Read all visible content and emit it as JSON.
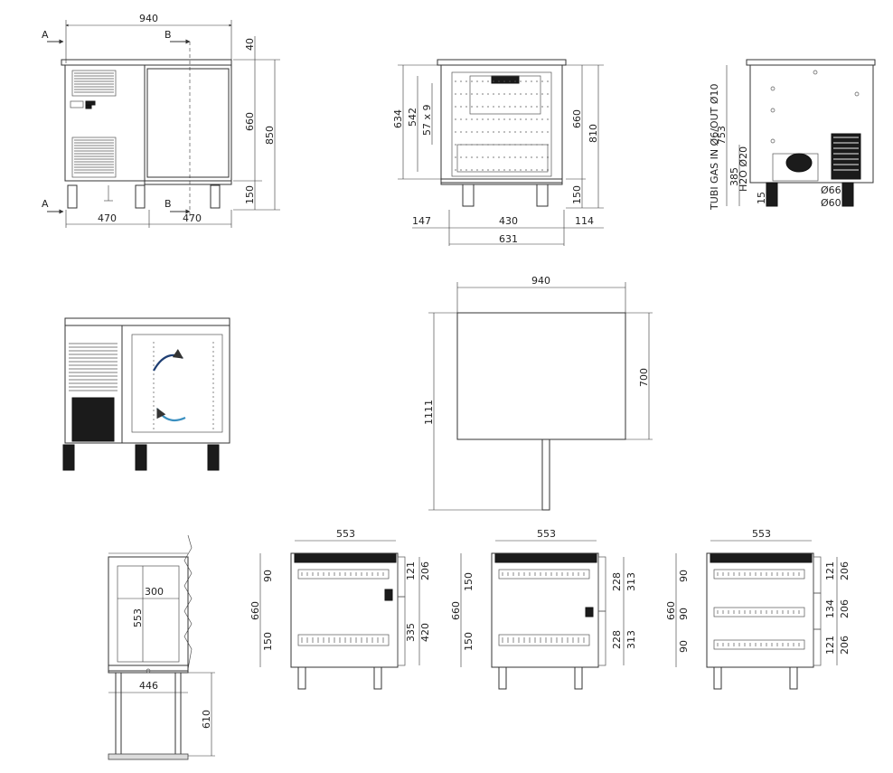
{
  "colors": {
    "line": "#333333",
    "accent_dark_blue": "#1f3f73",
    "accent_light_blue": "#3a8fc0",
    "black_parts": "#1b1b1b"
  },
  "front_view": {
    "width": "940",
    "height_top": "40",
    "height_body": "660",
    "height_total": "850",
    "height_legs": "150",
    "half_left": "470",
    "half_right": "470",
    "section_a": "A",
    "section_b": "B"
  },
  "side_view": {
    "d634": "634",
    "d542": "542",
    "pitch": "57 x 9",
    "h660": "660",
    "h810": "810",
    "h150": "150",
    "w147": "147",
    "w430": "430",
    "w114": "114",
    "w631": "631"
  },
  "back_view": {
    "d753": "753",
    "d385": "385",
    "d15": "15",
    "gas": "TUBI GAS IN Ø6/OUT Ø10",
    "h2o": "H2O Ø20",
    "d66a": "Ø66",
    "d66b": "Ø60"
  },
  "top_view": {
    "width": "940",
    "depth": "700",
    "overall": "1111"
  },
  "section_view": {
    "w553": "553",
    "w300": "300",
    "w446": "446",
    "h610": "610"
  },
  "drawer_view_1": {
    "w553": "553",
    "h660": "660",
    "d90": "90",
    "d150": "150",
    "d121": "121",
    "d206": "206",
    "d335": "335",
    "d420": "420"
  },
  "drawer_view_2": {
    "w553": "553",
    "h660": "660",
    "d150a": "150",
    "d150b": "150",
    "d228a": "228",
    "d313a": "313",
    "d228b": "228",
    "d313b": "313"
  },
  "drawer_view_3": {
    "w553": "553",
    "h660": "660",
    "d90a": "90",
    "d90b": "90",
    "d90c": "90",
    "d121a": "121",
    "d206a": "206",
    "d134": "134",
    "d206b": "206",
    "d121b": "121",
    "d206c": "206"
  }
}
